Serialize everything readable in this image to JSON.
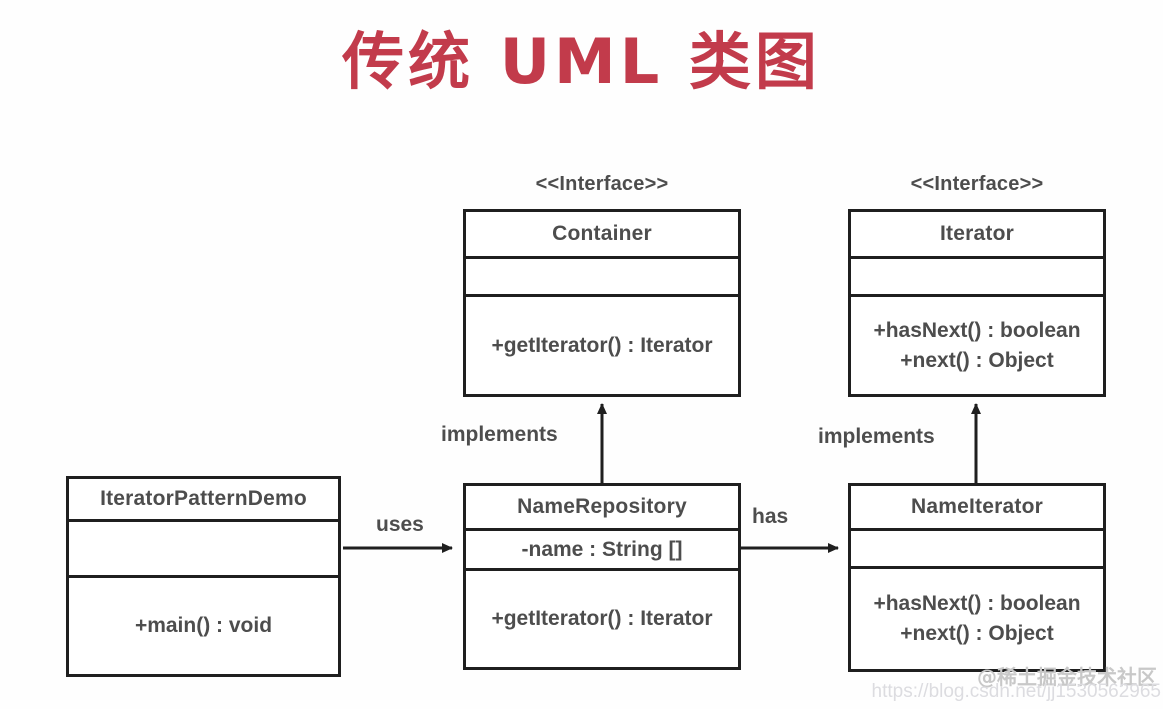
{
  "title": "传统 UML 类图",
  "theme": {
    "title_color": "#c23b4b",
    "box_border_color": "#1f1f1f",
    "text_color": "#4d4d4d",
    "background": "#fefefe",
    "watermark_color": "#c8c8c8"
  },
  "classes": {
    "container": {
      "stereotype": "<<Interface>>",
      "name": "Container",
      "attributes": [],
      "operations": [
        "+getIterator() : Iterator"
      ]
    },
    "iterator": {
      "stereotype": "<<Interface>>",
      "name": "Iterator",
      "attributes": [],
      "operations": [
        "+hasNext() : boolean",
        "+next() : Object"
      ]
    },
    "demo": {
      "stereotype": "",
      "name": "IteratorPatternDemo",
      "attributes": [],
      "operations": [
        "+main() : void"
      ]
    },
    "name_repository": {
      "stereotype": "",
      "name": "NameRepository",
      "attributes": [
        "-name : String []"
      ],
      "operations": [
        "+getIterator() : Iterator"
      ]
    },
    "name_iterator": {
      "stereotype": "",
      "name": "NameIterator",
      "attributes": [],
      "operations": [
        "+hasNext() : boolean",
        "+next() : Object"
      ]
    }
  },
  "edges": {
    "demo_uses_repository": "uses",
    "repository_implements_container": "implements",
    "repository_has_iterator": "has",
    "nameiterator_implements_iterator": "implements"
  },
  "watermark": {
    "handle": "@稀土掘金技术社区",
    "url": "https://blog.csdn.net/jj1530562965"
  }
}
